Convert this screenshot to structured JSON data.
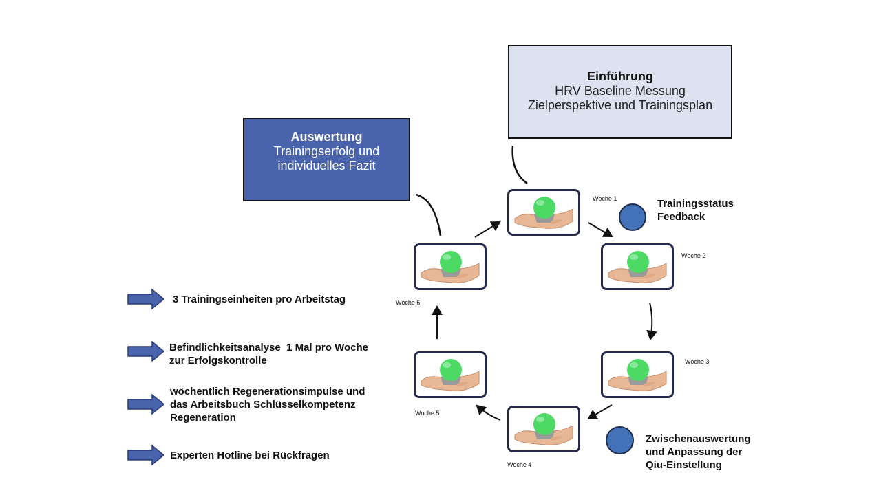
{
  "einfuehrung": {
    "title": "Einführung",
    "lines": [
      "HRV Baseline Messung",
      "Zielperspektive und Trainingsplan"
    ]
  },
  "auswertung": {
    "title": "Auswertung",
    "lines": [
      "Trainingserfolg und",
      "individuelles Fazit"
    ]
  },
  "weeks": [
    "Woche 1",
    "Woche 2",
    "Woche 3",
    "Woche 4",
    "Woche 5",
    "Woche 6"
  ],
  "notes": {
    "status": [
      "Trainingsstatus",
      "Feedback"
    ],
    "zwischen": [
      "Zwischenauswertung",
      "und Anpassung der",
      "Qiu-Einstellung"
    ]
  },
  "bullets": [
    [
      "3 Trainingseinheiten pro Arbeitstag"
    ],
    [
      "Befindlichkeitsanalyse  1 Mal pro Woche",
      "zur Erfolgskontrolle"
    ],
    [
      "wöchentlich Regenerationsimpulse und",
      "das Arbeitsbuch Schlüsselkompetenz",
      "Regeneration"
    ],
    [
      "Experten Hotline bei Rückfragen"
    ]
  ],
  "colors": {
    "einfuehrung_fill": "#dde2f1",
    "auswertung_fill": "#4a63ad",
    "dot": "#4472b8",
    "arrow": "#4a63ad",
    "ball": "#4cd964"
  },
  "icons": {
    "week_image": "hand-holding-green-ball-icon",
    "bullet": "block-arrow-right-icon",
    "dot": "blue-circle-icon"
  }
}
